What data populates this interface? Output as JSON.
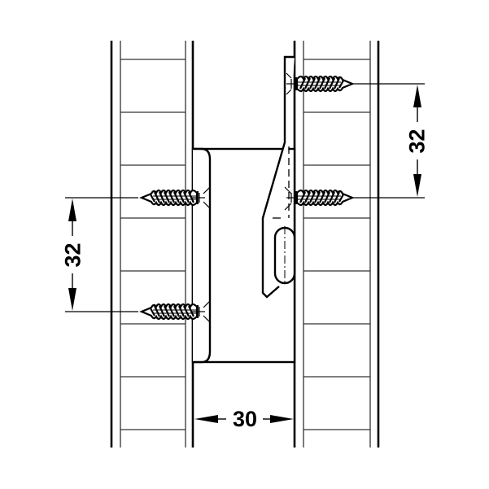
{
  "diagram": {
    "type": "technical-drawing",
    "subject": "concealed cabinet connector fitting between two panels",
    "colors": {
      "line": "#000000",
      "thin_line": "#333333",
      "background": "#ffffff"
    },
    "dimensions": {
      "left_vertical": {
        "label": "32",
        "unit": "mm"
      },
      "right_vertical": {
        "label": "32",
        "unit": "mm"
      },
      "bottom_horizontal": {
        "label": "30",
        "unit": "mm"
      }
    },
    "components": [
      {
        "name": "left-panel"
      },
      {
        "name": "right-panel"
      },
      {
        "name": "connector-housing"
      },
      {
        "name": "hook-plate"
      },
      {
        "name": "screw",
        "count": 4
      }
    ]
  }
}
